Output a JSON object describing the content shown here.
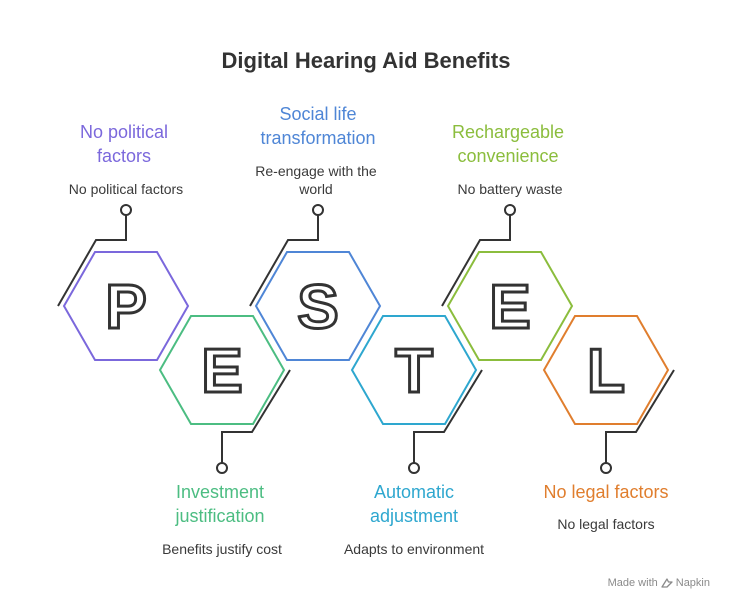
{
  "title": "Digital Hearing Aid Benefits",
  "footer": {
    "made_with": "Made with",
    "brand": "Napkin",
    "icon": "napkin-logo-icon"
  },
  "factors": [
    {
      "key": "political",
      "letter": "P",
      "heading": "No political\nfactors",
      "desc": "No political factors",
      "color": "#7b68dc"
    },
    {
      "key": "economic",
      "letter": "E",
      "heading": "Investment\njustification",
      "desc": "Benefits justify cost",
      "color": "#4cbd82"
    },
    {
      "key": "social",
      "letter": "S",
      "heading": "Social life\ntransformation",
      "desc": "Re-engage with the\nworld",
      "color": "#4f86d6"
    },
    {
      "key": "technological",
      "letter": "T",
      "heading": "Automatic\nadjustment",
      "desc": "Adapts to environment",
      "color": "#2ea7cf"
    },
    {
      "key": "environmental",
      "letter": "E",
      "heading": "Rechargeable\nconvenience",
      "desc": "No battery waste",
      "color": "#8bbd3d"
    },
    {
      "key": "legal",
      "letter": "L",
      "heading": "No legal factors",
      "desc": "No legal factors",
      "color": "#e07e2e"
    }
  ]
}
